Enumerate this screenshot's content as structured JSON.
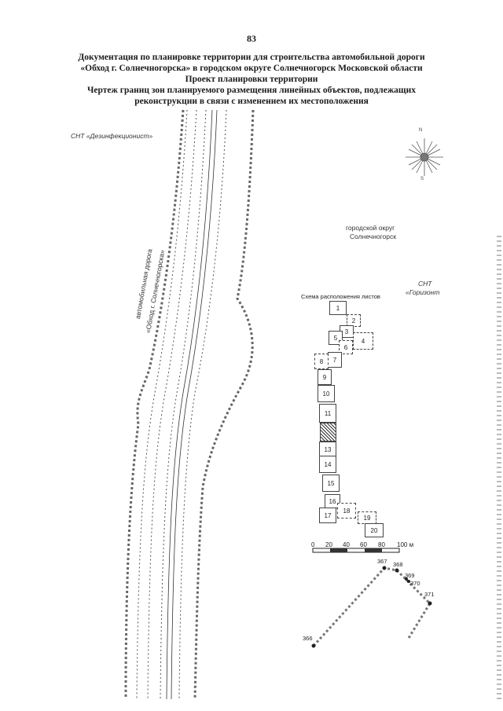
{
  "page_number": "83",
  "header": {
    "line1": "Документация по планировке территории для строительства автомобильной дороги",
    "line2": "«Обход г. Солнечногорска» в городском округе Солнечногорск Московской области",
    "line3": "Проект планировки территории",
    "line4": "Чертеж границ зон планируемого размещения линейных объектов, подлежащих",
    "line5": "реконструкции в связи с изменением их местоположения"
  },
  "labels": {
    "snt_dezinfekcionist": "СНТ «Дезинфекционист»",
    "gorodskoy_okrug_1": "городской округ",
    "gorodskoy_okrug_2": "Солнечногорск",
    "snt_gorizont_1": "СНТ",
    "snt_gorizont_2": "«Горизонт",
    "road_1": "автомобильная дорога",
    "road_2": "«Обход г. Солнечногорска»"
  },
  "compass": {
    "north": "N",
    "south": "S"
  },
  "sheet_scheme": {
    "title": "Схема расположения листов",
    "sheets": [
      "1",
      "2",
      "3",
      "4",
      "5",
      "6",
      "7",
      "8",
      "9",
      "10",
      "11",
      "",
      "13",
      "14",
      "15",
      "16",
      "17",
      "18",
      "19",
      "20"
    ],
    "active_sheet_index": 11
  },
  "scale_bar": {
    "ticks": [
      "0",
      "20",
      "40",
      "60",
      "80",
      "100 м"
    ]
  },
  "points": {
    "p366": "366",
    "p367": "367",
    "p368": "368",
    "p369": "369",
    "p370": "370",
    "p371": "371"
  }
}
